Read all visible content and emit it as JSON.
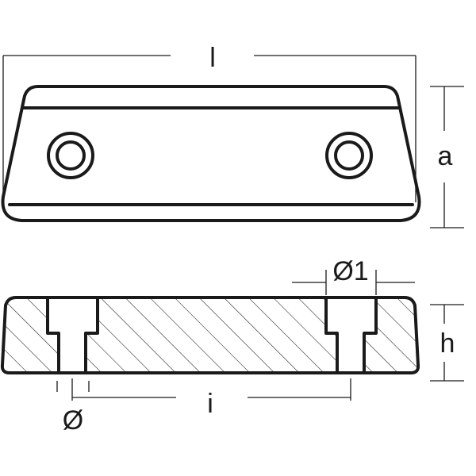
{
  "labels": {
    "length": "l",
    "width": "a",
    "height": "h",
    "counterbore_diameter": "Ø1",
    "bolt_hole_diameter": "Ø",
    "hole_spacing": "i"
  },
  "colors": {
    "line": "#1a1a1a",
    "background": "#ffffff"
  }
}
